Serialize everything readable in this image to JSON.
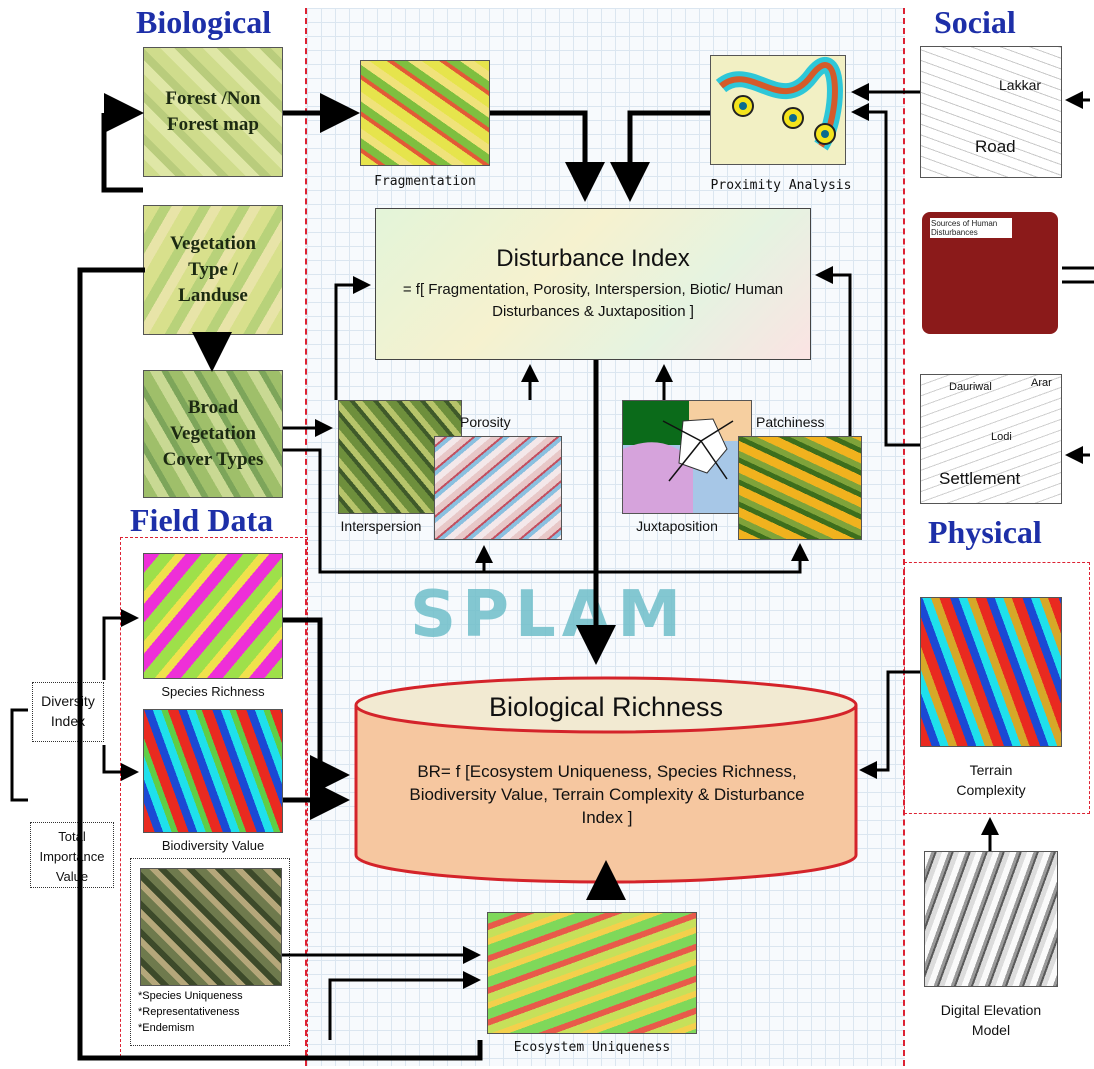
{
  "headings": {
    "biological": "Biological",
    "social": "Social",
    "field_data": "Field Data",
    "physical": "Physical"
  },
  "maps": {
    "forest": "Forest /Non Forest map",
    "vegetation": "Vegetation Type / Landuse",
    "broad": "Broad Vegetation Cover Types"
  },
  "captions": {
    "fragmentation": "Fragmentation",
    "proximity": "Proximity Analysis",
    "porosity": "Porosity",
    "interspersion": "Interspersion",
    "patchiness": "Patchiness",
    "juxtaposition": "Juxtaposition",
    "species_richness": "Species Richness",
    "biodiversity_value": "Biodiversity Value",
    "ecosystem_uniqueness": "Ecosystem Uniqueness",
    "terrain_complexity": "Terrain Complexity",
    "dem": "Digital Elevation Model",
    "road": "Road",
    "settlement": "Settlement",
    "human_disturbances": "Sources of Human Disturbances",
    "road_place": "Lakkar",
    "settlement_place1": "Dauriwal",
    "settlement_place2": "Lodi",
    "settlement_place3": "Arar"
  },
  "disturbance": {
    "title": "Disturbance Index",
    "formula": "= f[ Fragmentation, Porosity, Interspersion, Biotic/ Human Disturbances & Juxtaposition ]"
  },
  "richness": {
    "title": "Biological Richness",
    "formula": "BR= f [Ecosystem Uniqueness, Species Richness, Biodiversity Value, Terrain Complexity  &  Disturbance Index ]"
  },
  "watermark": "SPLAM",
  "field_boxes": {
    "diversity_index": "Diversity Index",
    "importance_value": "Total Importance Value",
    "uniqueness_list": [
      "*Species Uniqueness",
      "*Representativeness",
      "*Endemism"
    ]
  }
}
